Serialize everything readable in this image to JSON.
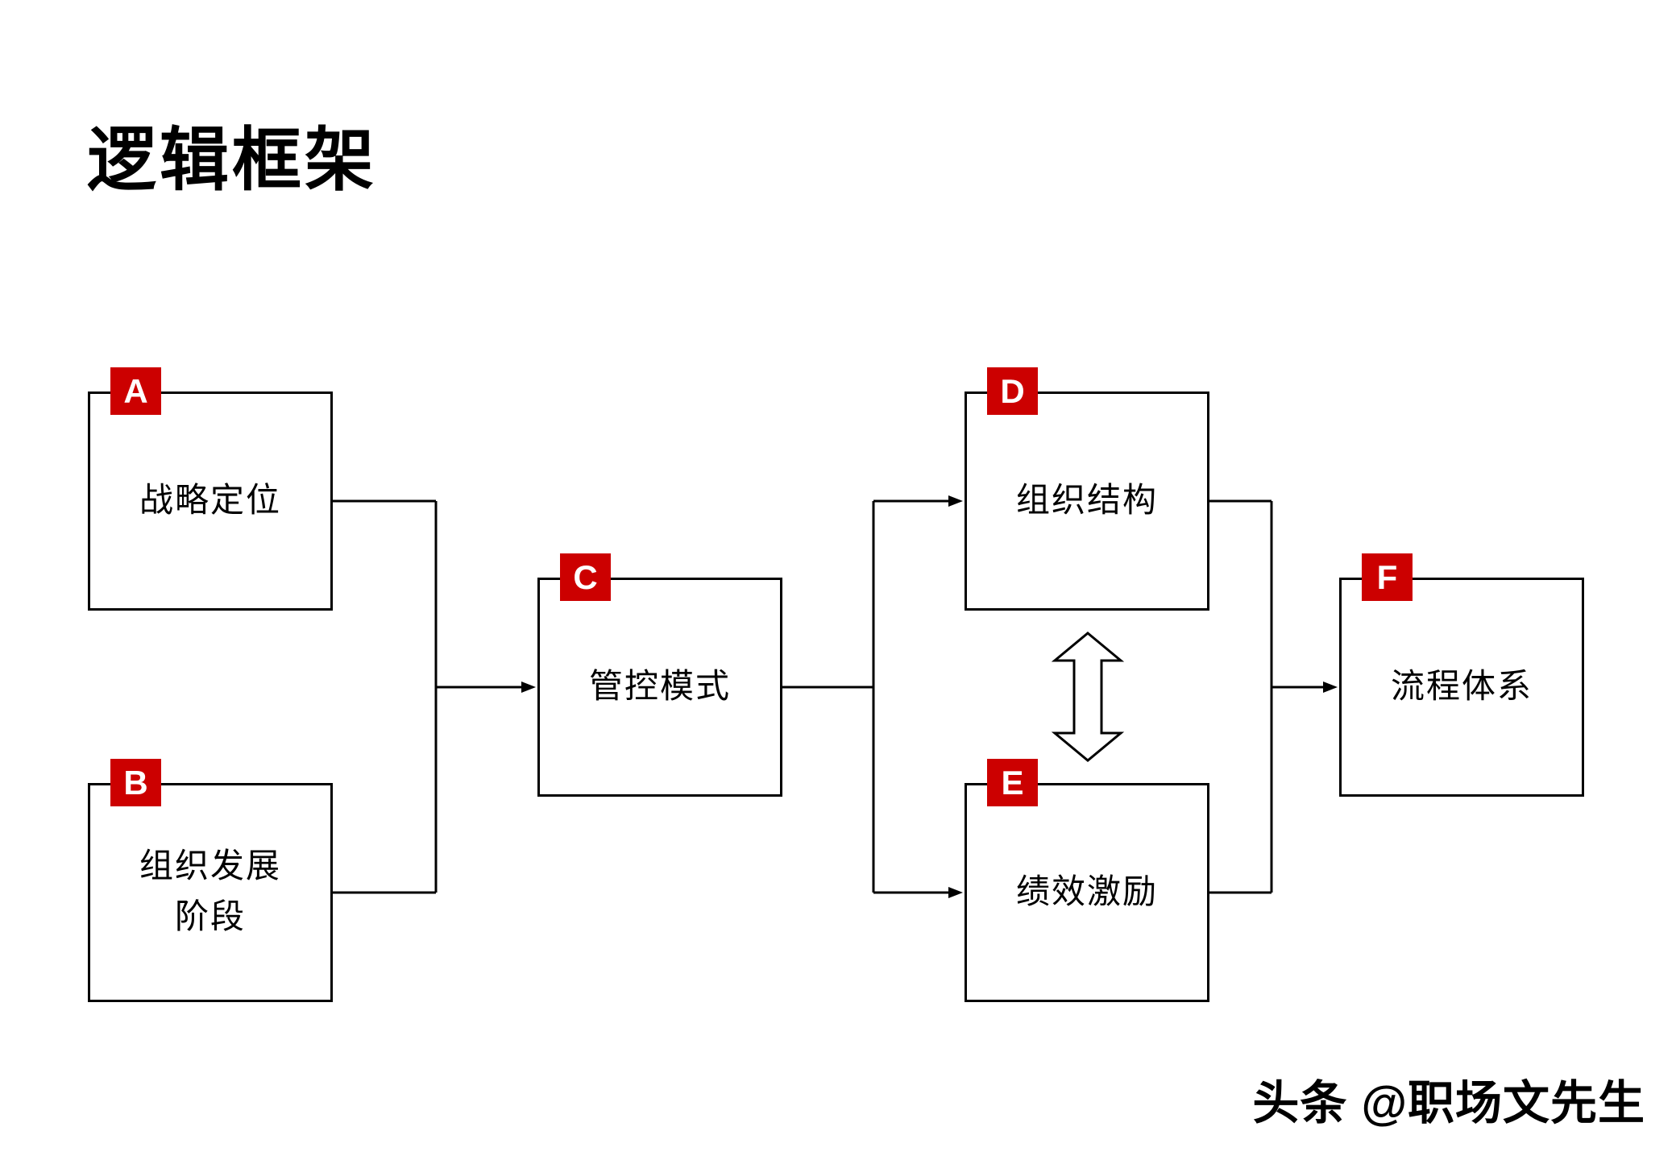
{
  "title": "逻辑框架",
  "nodes": [
    {
      "id": "A",
      "label": "战略定位"
    },
    {
      "id": "B",
      "label": "组织发展\n阶段"
    },
    {
      "id": "C",
      "label": "管控模式"
    },
    {
      "id": "D",
      "label": "组织结构"
    },
    {
      "id": "E",
      "label": "绩效激励"
    },
    {
      "id": "F",
      "label": "流程体系"
    }
  ],
  "connections": {
    "a_b_to_c": "A + B → C",
    "c_to_d_e": "C → D, C → E",
    "d_e_bidirectional": "D ↔ E",
    "d_e_to_f": "D + E → F"
  },
  "watermark": "头条 @职场文先生",
  "colors": {
    "badge_red": "#cc0000",
    "badge_letter": "#ffffff",
    "line": "#000000"
  }
}
